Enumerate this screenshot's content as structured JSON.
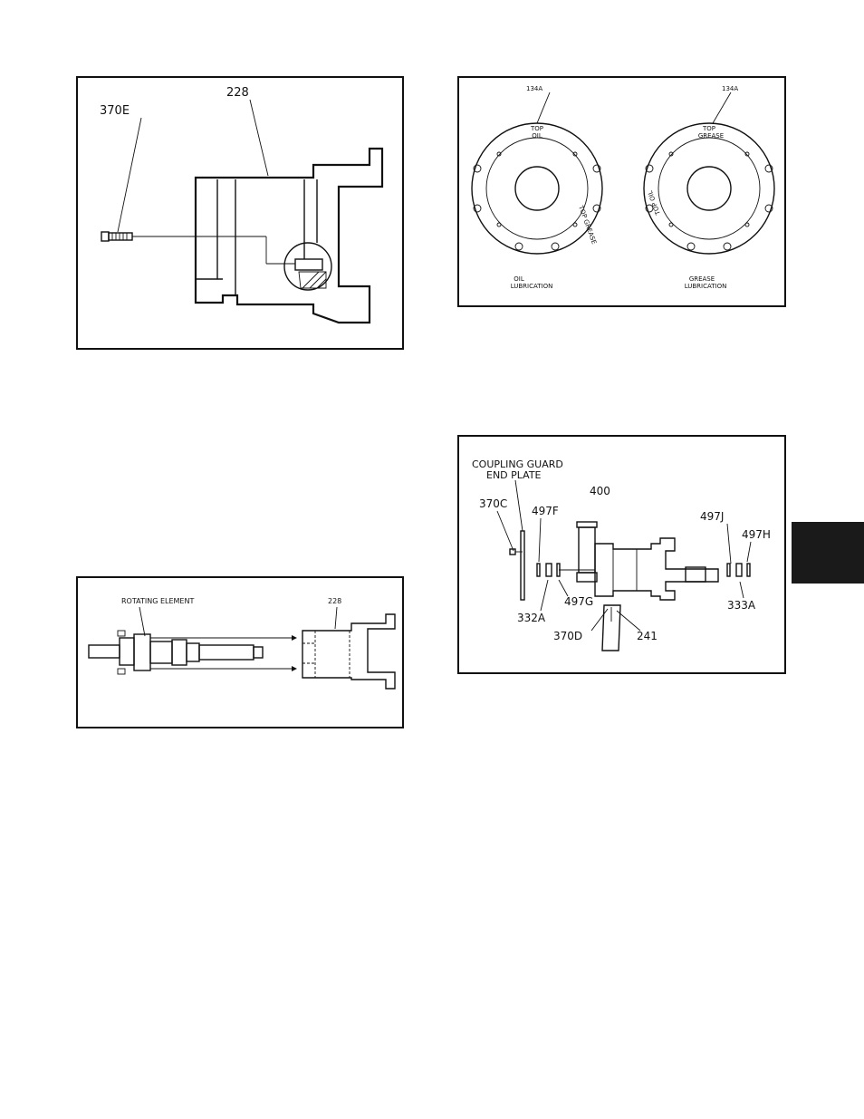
{
  "fig1": {
    "callout_a": "370E",
    "callout_b": "228"
  },
  "fig2": {
    "left": {
      "part": "134A",
      "top1": "TOP",
      "top2": "OIL",
      "side": "TOP GREASE",
      "caption1": "OIL",
      "caption2": "LUBRICATION"
    },
    "right": {
      "part": "134A",
      "top1": "TOP",
      "top2": "GREASE",
      "side": "TOP OIL",
      "caption1": "GREASE",
      "caption2": "LUBRICATION"
    }
  },
  "fig3": {
    "label_a": "ROTATING ELEMENT",
    "label_b": "228"
  },
  "fig4": {
    "title1": "COUPLING GUARD",
    "title2": "END PLATE",
    "c370c": "370C",
    "c497f": "497F",
    "c400": "400",
    "c497j": "497J",
    "c497h": "497H",
    "c332a": "332A",
    "c497g": "497G",
    "c370d": "370D",
    "c241": "241",
    "c333a": "333A"
  }
}
